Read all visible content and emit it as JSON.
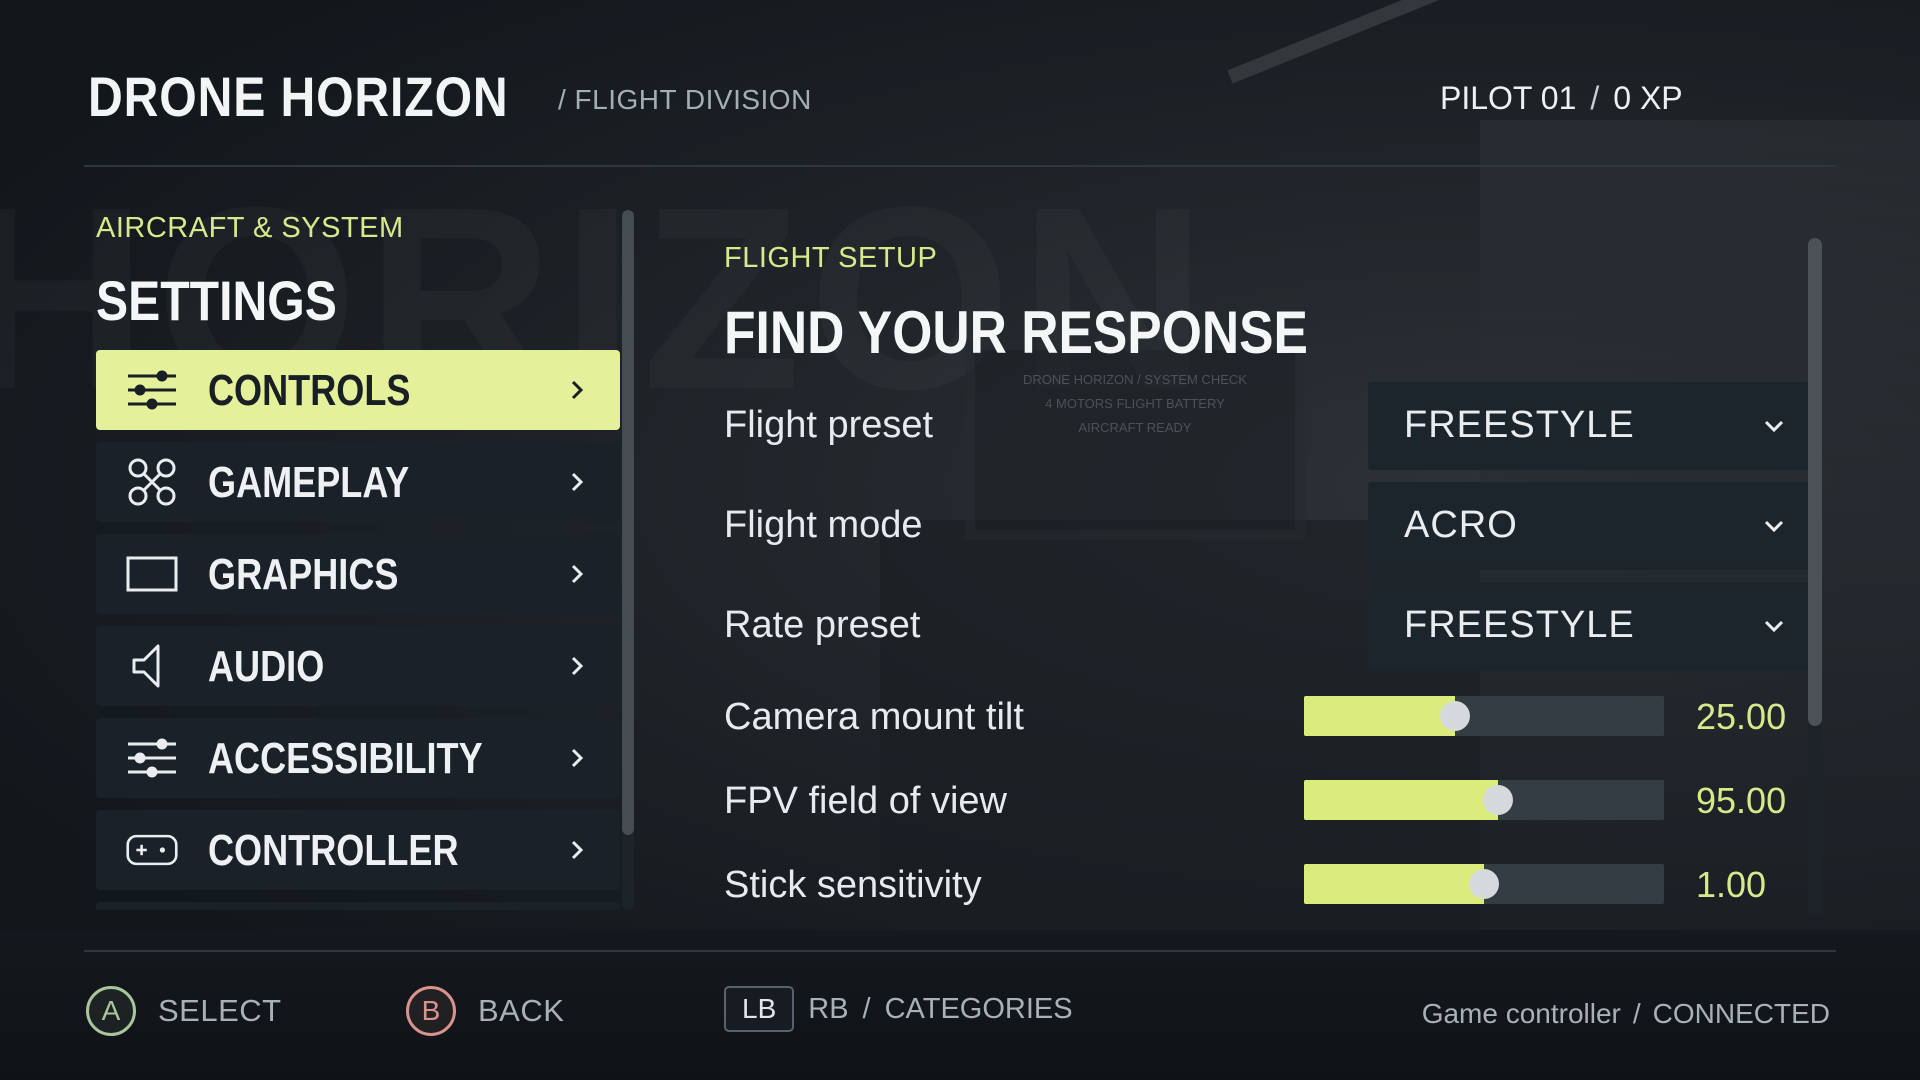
{
  "header": {
    "brand": "DRONE HORIZON",
    "division": "/ FLIGHT DIVISION",
    "pilot": "PILOT 01",
    "separator": "/",
    "xp": "0 XP"
  },
  "sidebar": {
    "category_label": "AIRCRAFT & SYSTEM",
    "title": "SETTINGS",
    "items": [
      {
        "label": "CONTROLS",
        "icon": "sliders-icon",
        "active": true
      },
      {
        "label": "GAMEPLAY",
        "icon": "drone-icon",
        "active": false
      },
      {
        "label": "GRAPHICS",
        "icon": "monitor-icon",
        "active": false
      },
      {
        "label": "AUDIO",
        "icon": "speaker-icon",
        "active": false
      },
      {
        "label": "ACCESSIBILITY",
        "icon": "sliders-icon",
        "active": false
      },
      {
        "label": "CONTROLLER",
        "icon": "gamepad-icon",
        "active": false
      }
    ]
  },
  "content": {
    "section_label": "FLIGHT SETUP",
    "title": "FIND YOUR RESPONSE",
    "dropdowns": [
      {
        "label": "Flight preset",
        "value": "FREESTYLE"
      },
      {
        "label": "Flight mode",
        "value": "ACRO"
      },
      {
        "label": "Rate preset",
        "value": "FREESTYLE"
      }
    ],
    "sliders": [
      {
        "label": "Camera mount tilt",
        "value": "25.00",
        "fill": 0.42
      },
      {
        "label": "FPV field of view",
        "value": "95.00",
        "fill": 0.54
      },
      {
        "label": "Stick sensitivity",
        "value": "1.00",
        "fill": 0.5
      }
    ]
  },
  "footer": {
    "select_button": "A",
    "select_label": "SELECT",
    "back_button": "B",
    "back_label": "BACK",
    "lb": "LB",
    "rb": "RB",
    "separator": "/",
    "categories_label": "CATEGORIES",
    "device": "Game controller",
    "device_status": "CONNECTED"
  },
  "background": {
    "monitor_lines": [
      "DRONE HORIZON / SYSTEM CHECK",
      "4 MOTORS    FLIGHT BATTERY",
      "AIRCRAFT READY"
    ]
  },
  "colors": {
    "accent": "#d6ea8c",
    "active_item": "#e4f09a",
    "slider_fill": "#dcec7c",
    "button_a": "#a9c59b",
    "button_b": "#d9938c"
  }
}
